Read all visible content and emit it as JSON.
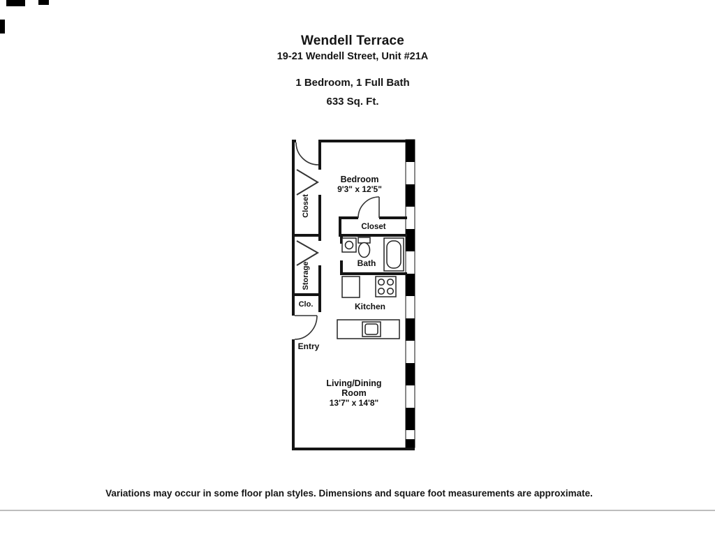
{
  "page": {
    "title": "Wendell Terrace",
    "address": "19-21 Wendell Street, Unit #21A",
    "config": "1 Bedroom, 1 Full Bath",
    "area": "633 Sq. Ft.",
    "disclaimer": "Variations may occur in some floor plan styles. Dimensions and square foot measurements are approximate."
  },
  "floorplan": {
    "bedroom": {
      "label": "Bedroom",
      "dims": "9'3\" x 12'5\""
    },
    "closet_strip": {
      "label": "Closet"
    },
    "bedroom_closet": {
      "label": "Closet"
    },
    "bath": {
      "label": "Bath"
    },
    "storage": {
      "label": "Storage"
    },
    "clo": {
      "label": "Clo."
    },
    "kitchen": {
      "label": "Kitchen"
    },
    "entry": {
      "label": "Entry"
    },
    "living": {
      "line1": "Living/Dining",
      "line2": "Room",
      "dims": "13'7\" x 14'8\""
    }
  }
}
